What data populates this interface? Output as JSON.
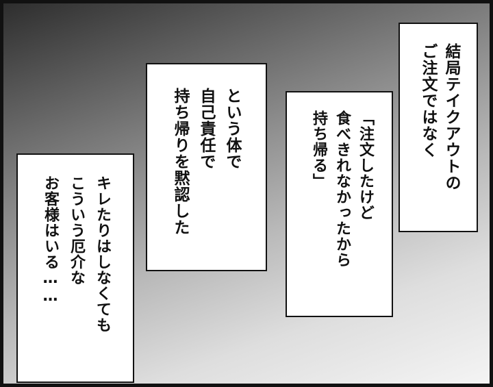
{
  "caption_boxes": [
    {
      "lines": [
        "結局テイクアウトの",
        "ご注文ではなく"
      ]
    },
    {
      "lines": [
        "「注文したけど",
        "食べきれなかったから",
        "持ち帰る」"
      ]
    },
    {
      "lines": [
        "という体で",
        "自己責任で",
        "持ち帰りを黙認した"
      ]
    },
    {
      "lines": [
        "キレたりはしなくても",
        "こういう厄介な",
        "お客様はいる……"
      ]
    }
  ]
}
